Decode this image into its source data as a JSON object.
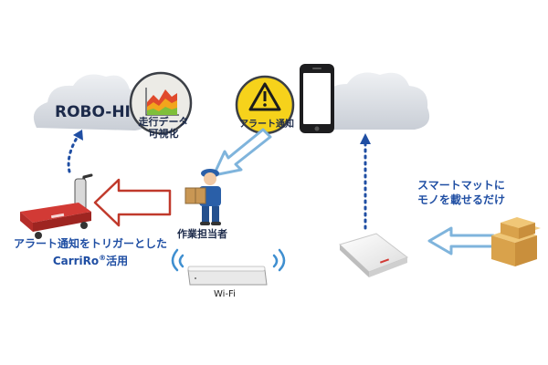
{
  "clouds": {
    "left_label": "ROBO-HI"
  },
  "visualization": {
    "caption_line1": "走行データ",
    "caption_line2": "可視化"
  },
  "alert": {
    "caption": "アラート通知"
  },
  "worker": {
    "caption": "作業担当者"
  },
  "wifi": {
    "caption": "Wi-Fi"
  },
  "smart_mat": {
    "caption_line1": "スマートマットに",
    "caption_line2": "モノを載せるだけ"
  },
  "carriro": {
    "caption_line1": "アラート通知をトリガーとした",
    "caption_line2_name": "CarriRo",
    "caption_line2_mark": "®",
    "caption_line2_suffix": "活用"
  },
  "colors": {
    "cloud": "#d9dde3",
    "dark_navy": "#1c2a4a",
    "accent_blue": "#1f4ea3",
    "light_blue_arrow": "#7fb4dc",
    "red_arrow": "#c0392b",
    "cart_red": "#d23a35",
    "alert_yellow": "#f6d21b",
    "box_tan": "#e0b466",
    "icon_circle": "#ecebe6"
  },
  "icons": [
    "cloud-icon",
    "area-chart-icon",
    "warning-icon",
    "smartphone-icon",
    "worker-icon",
    "cart-robot-icon",
    "wifi-router-icon",
    "wifi-signal-icon",
    "smart-mat-icon",
    "cardboard-boxes-icon"
  ]
}
